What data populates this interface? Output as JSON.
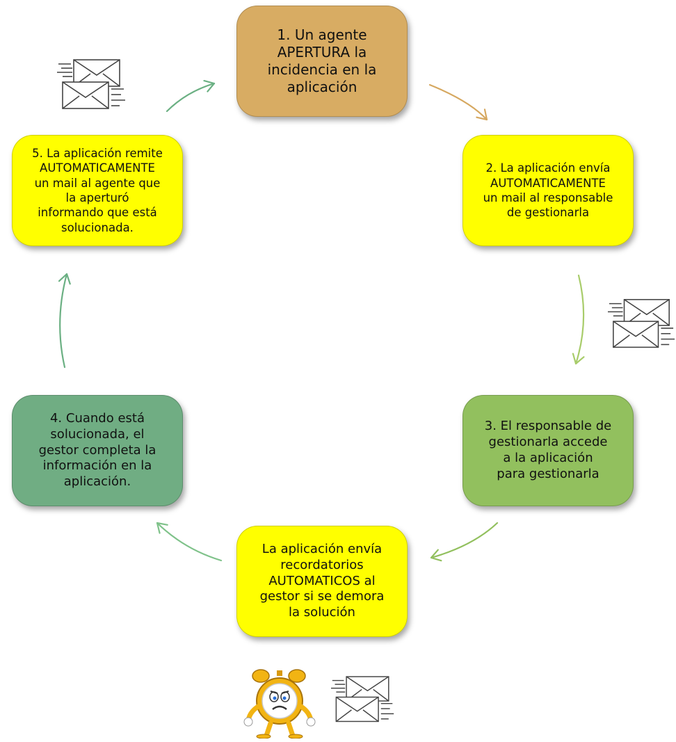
{
  "colors": {
    "node_1": "#d8ac63",
    "node_2": "#ffff00",
    "node_3": "#92c05e",
    "node_reminder": "#ffff00",
    "node_4": "#70ad83",
    "node_5": "#ffff00",
    "arrow_1_2": "#d6a860",
    "arrow_2_3": "#a8cc6a",
    "arrow_3_r": "#92c05e",
    "arrow_r_4": "#7fc28a",
    "arrow_4_5": "#6bb083",
    "arrow_5_1": "#6bb083"
  },
  "diagram": {
    "nodes": {
      "n1": "1. Un agente\nAPERTURA la\nincidencia en la\naplicación",
      "n2": "2. La aplicación envía\nAUTOMATICAMENTE\nun mail al responsable\nde gestionarla",
      "n3": "3. El responsable de\ngestionarla accede\na la aplicación\npara  gestionarla",
      "reminder": "La aplicación envía\nrecordatorios\nAUTOMATICOS al\ngestor si se demora\nla solución",
      "n4": "4. Cuando está\nsolucionada, el\ngestor completa la\ninformación en la\naplicación.",
      "n5": "5. La aplicación remite\nAUTOMATICAMENTE\nun mail al agente que\nla aperturó\ninformando que está\nsolucionada."
    }
  },
  "icons": {
    "mail": "envelope-icon",
    "alarm": "alarm-clock-icon"
  }
}
